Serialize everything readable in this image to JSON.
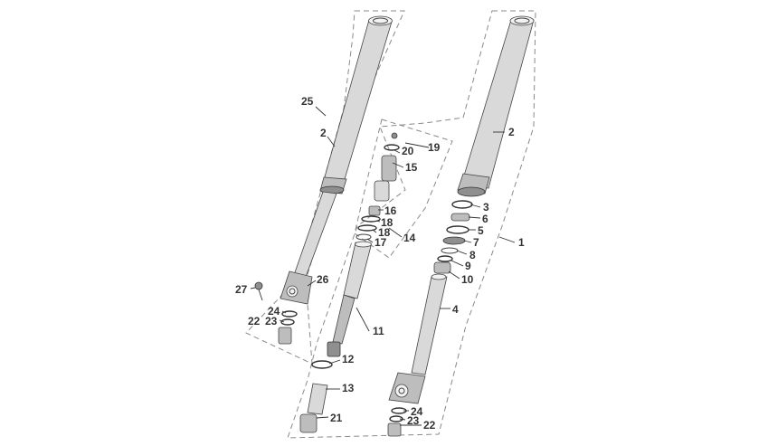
{
  "diagram": {
    "callouts": {
      "c1": "1",
      "c2_right": "2",
      "c2_left": "2",
      "c3": "3",
      "c4": "4",
      "c5": "5",
      "c6": "6",
      "c7": "7",
      "c8": "8",
      "c9": "9",
      "c10": "10",
      "c11": "11",
      "c12": "12",
      "c13": "13",
      "c14": "14",
      "c15": "15",
      "c16": "16",
      "c17": "17",
      "c18a": "18",
      "c18b": "18",
      "c19": "19",
      "c20": "20",
      "c21": "21",
      "c22_left": "22",
      "c22_right": "22",
      "c23_left": "23",
      "c23_right": "23",
      "c24_left": "24",
      "c24_right": "24",
      "c25": "25",
      "c26": "26",
      "c27": "27"
    },
    "colors": {
      "line": "#333333",
      "dashed_border": "#8a8a8a",
      "metal_light": "#d9d9d9",
      "metal_mid": "#bdbdbd",
      "metal_dark": "#8f8f8f"
    }
  }
}
